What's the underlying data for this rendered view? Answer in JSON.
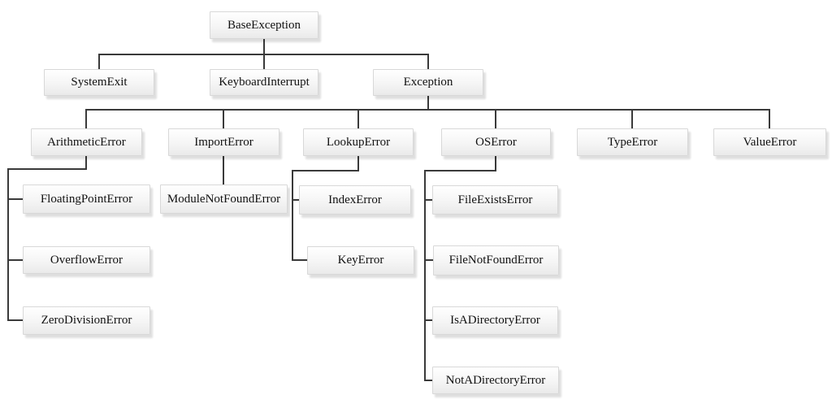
{
  "diagram": {
    "kind": "class-hierarchy-tree",
    "colors": {
      "line": "#3a3a3a",
      "box_border": "#d8d8d8",
      "box_fill_top": "#ffffff",
      "box_fill_bottom": "#eaeaea",
      "text": "#111111",
      "background": "#ffffff"
    },
    "nodes": [
      {
        "label": "BaseException",
        "parent": null
      },
      {
        "label": "SystemExit",
        "parent": "BaseException"
      },
      {
        "label": "KeyboardInterrupt",
        "parent": "BaseException"
      },
      {
        "label": "Exception",
        "parent": "BaseException"
      },
      {
        "label": "ArithmeticError",
        "parent": "Exception"
      },
      {
        "label": "ImportError",
        "parent": "Exception"
      },
      {
        "label": "LookupError",
        "parent": "Exception"
      },
      {
        "label": "OSError",
        "parent": "Exception"
      },
      {
        "label": "TypeError",
        "parent": "Exception"
      },
      {
        "label": "ValueError",
        "parent": "Exception"
      },
      {
        "label": "FloatingPointError",
        "parent": "ArithmeticError"
      },
      {
        "label": "OverflowError",
        "parent": "ArithmeticError"
      },
      {
        "label": "ZeroDivisionError",
        "parent": "ArithmeticError"
      },
      {
        "label": "ModuleNotFoundError",
        "parent": "ImportError"
      },
      {
        "label": "IndexError",
        "parent": "LookupError"
      },
      {
        "label": "KeyError",
        "parent": "LookupError"
      },
      {
        "label": "FileExistsError",
        "parent": "OSError"
      },
      {
        "label": "FileNotFoundError",
        "parent": "OSError"
      },
      {
        "label": "IsADirectoryError",
        "parent": "OSError"
      },
      {
        "label": "NotADirectoryError",
        "parent": "OSError"
      }
    ]
  }
}
